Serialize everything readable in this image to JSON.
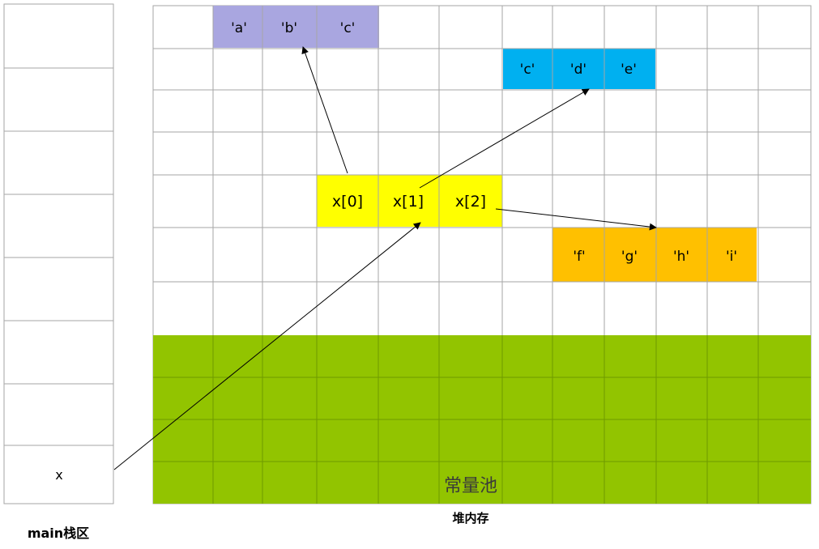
{
  "stack": {
    "label": "main栈区",
    "variable": "x"
  },
  "heap": {
    "label": "堆内存",
    "constant_pool_label": "常量池"
  },
  "array_x": [
    "x[0]",
    "x[1]",
    "x[2]"
  ],
  "char_arrays": {
    "abc": [
      "'a'",
      "'b'",
      "'c'"
    ],
    "cde": [
      "'c'",
      "'d'",
      "'e'"
    ],
    "fghi": [
      "'f'",
      "'g'",
      "'h'",
      "'i'"
    ]
  },
  "colors": {
    "abc_fill": "#a9a6e0",
    "cde_fill": "#00b0f0",
    "x_fill": "#ffff00",
    "fghi_fill": "#ffc000",
    "pool_fill": "#92c400",
    "grid_line": "#a6a6a6",
    "pool_grid_line": "#6f9a00"
  }
}
